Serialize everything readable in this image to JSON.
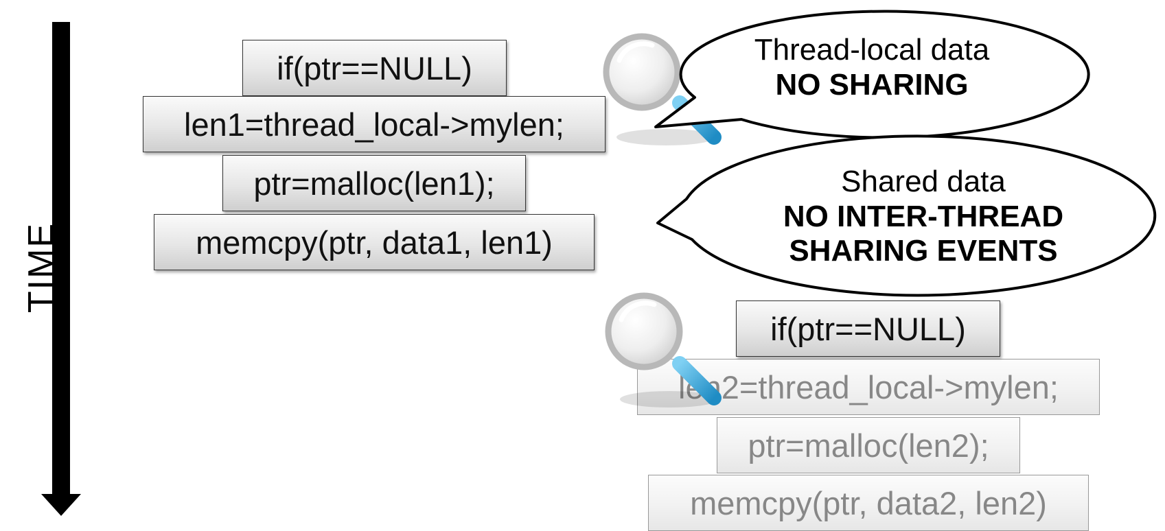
{
  "axis": {
    "label": "TIME"
  },
  "thread1": {
    "lines": [
      "if(ptr==NULL)",
      "len1=thread_local->mylen;",
      "ptr=malloc(len1);",
      "memcpy(ptr, data1, len1)"
    ]
  },
  "thread2": {
    "lines": [
      "if(ptr==NULL)",
      "len2=thread_local->mylen;",
      "ptr=malloc(len2);",
      "memcpy(ptr, data2, len2)"
    ]
  },
  "callouts": {
    "thread_local": {
      "line1": "Thread-local data",
      "line2": "NO SHARING"
    },
    "shared": {
      "line1": "Shared data",
      "line2": "NO INTER-THREAD",
      "line3": "SHARING EVENTS"
    }
  },
  "colors": {
    "magnifier_handle": "#2a9fd6",
    "lens_rim": "#b8b8b8",
    "box_border": "#333333"
  }
}
